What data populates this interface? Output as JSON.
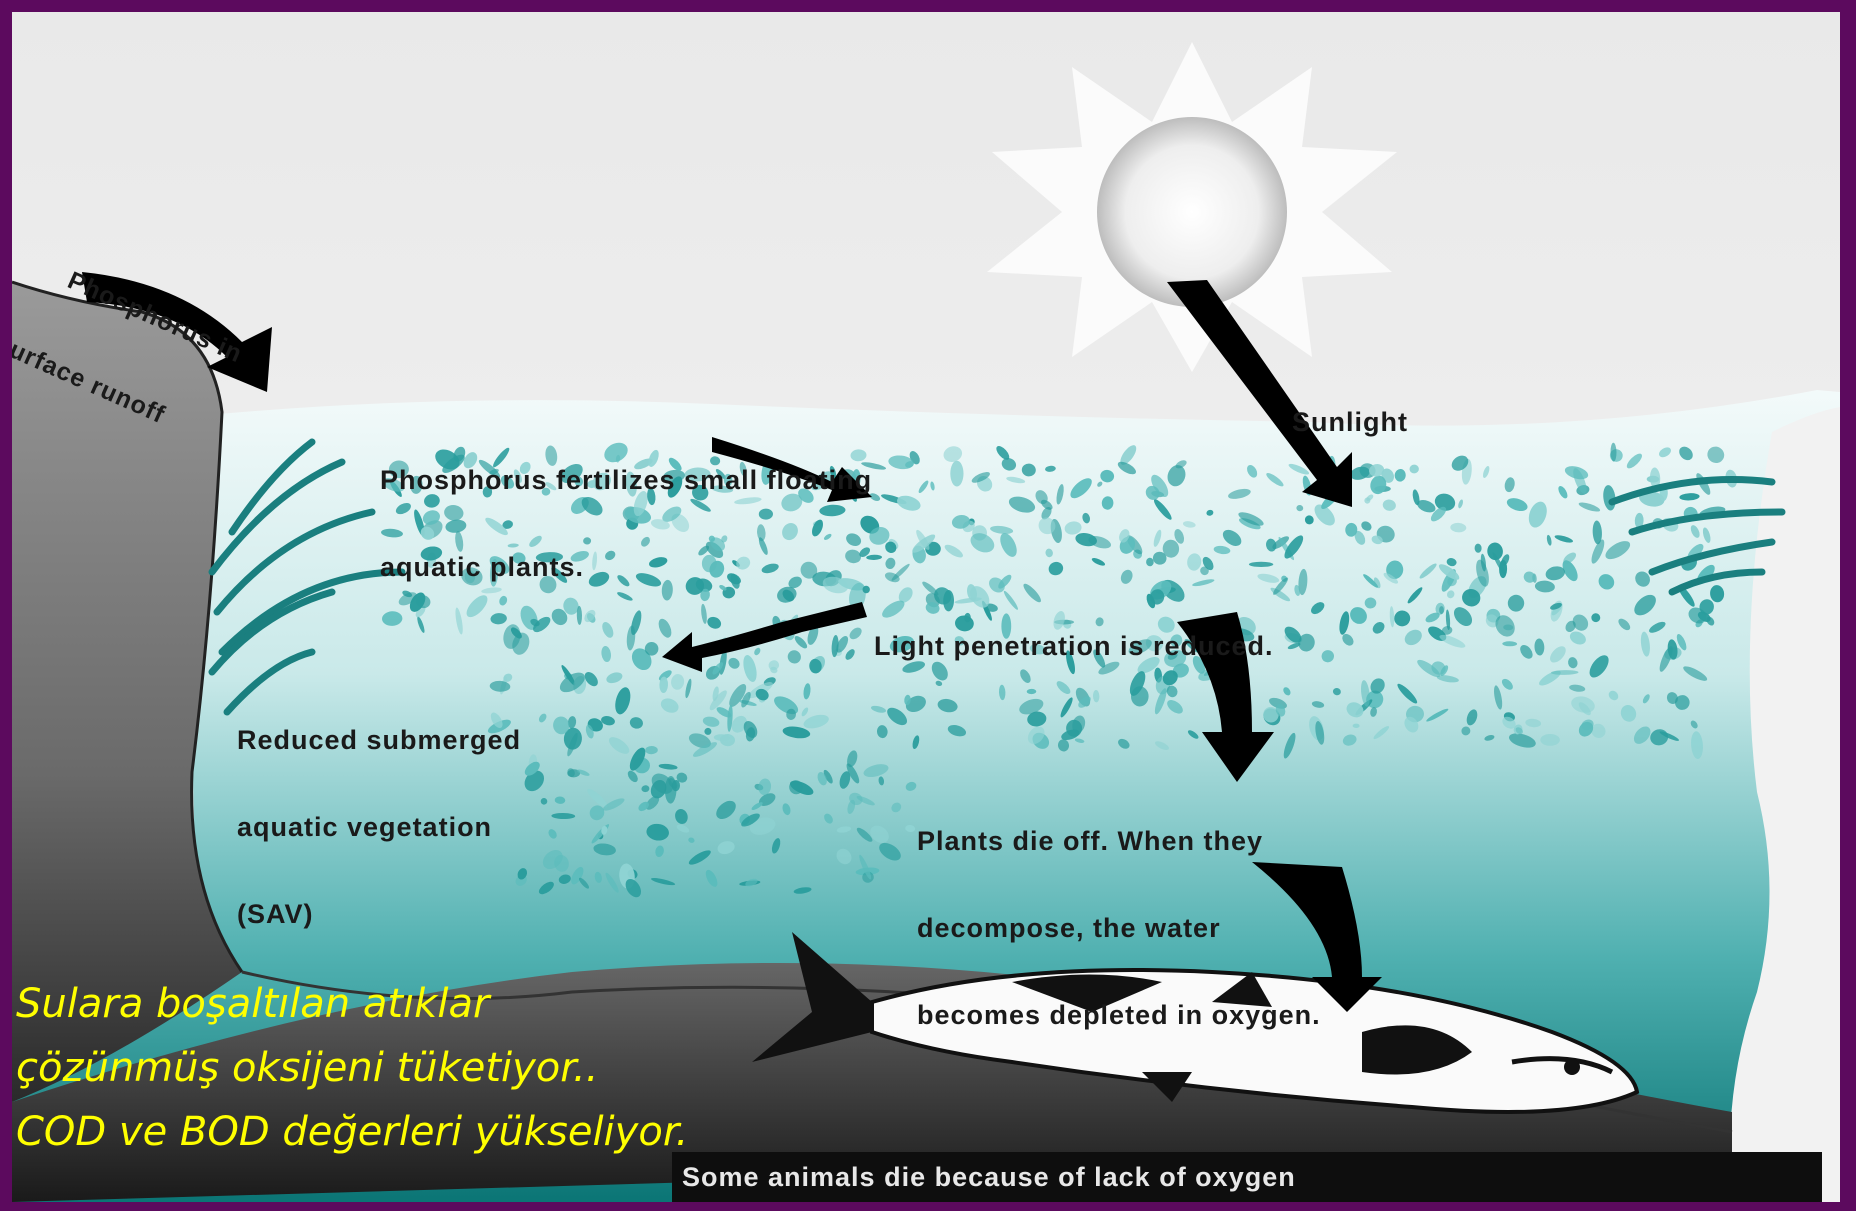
{
  "labels": {
    "runoff": [
      "Phosphorus in",
      "surface runoff"
    ],
    "fertilizes": [
      "Phosphorus fertilizes small floating",
      "aquatic plants."
    ],
    "sunlight": "Sunlight",
    "light_penetration": "Light penetration is reduced.",
    "sav": [
      "Reduced submerged",
      "aquatic vegetation",
      "(SAV)"
    ],
    "plants_die": [
      "Plants die off. When they",
      "decompose, the water",
      "becomes depleted in oxygen."
    ],
    "animals_die": "Some animals die because of lack of oxygen"
  },
  "caption": {
    "line1": "Sulara boşaltılan atıklar",
    "line2": "çözünmüş oksijeni tüketiyor..",
    "line3": "COD ve BOD değerleri yükseliyor."
  },
  "colors": {
    "frame": "#5c0a5e",
    "water_top": "#eaf6f6",
    "water_bottom": "#0d7f7f",
    "plants": "#1a8f8f",
    "land": "#6d6d6d",
    "caption": "#ffff00"
  }
}
